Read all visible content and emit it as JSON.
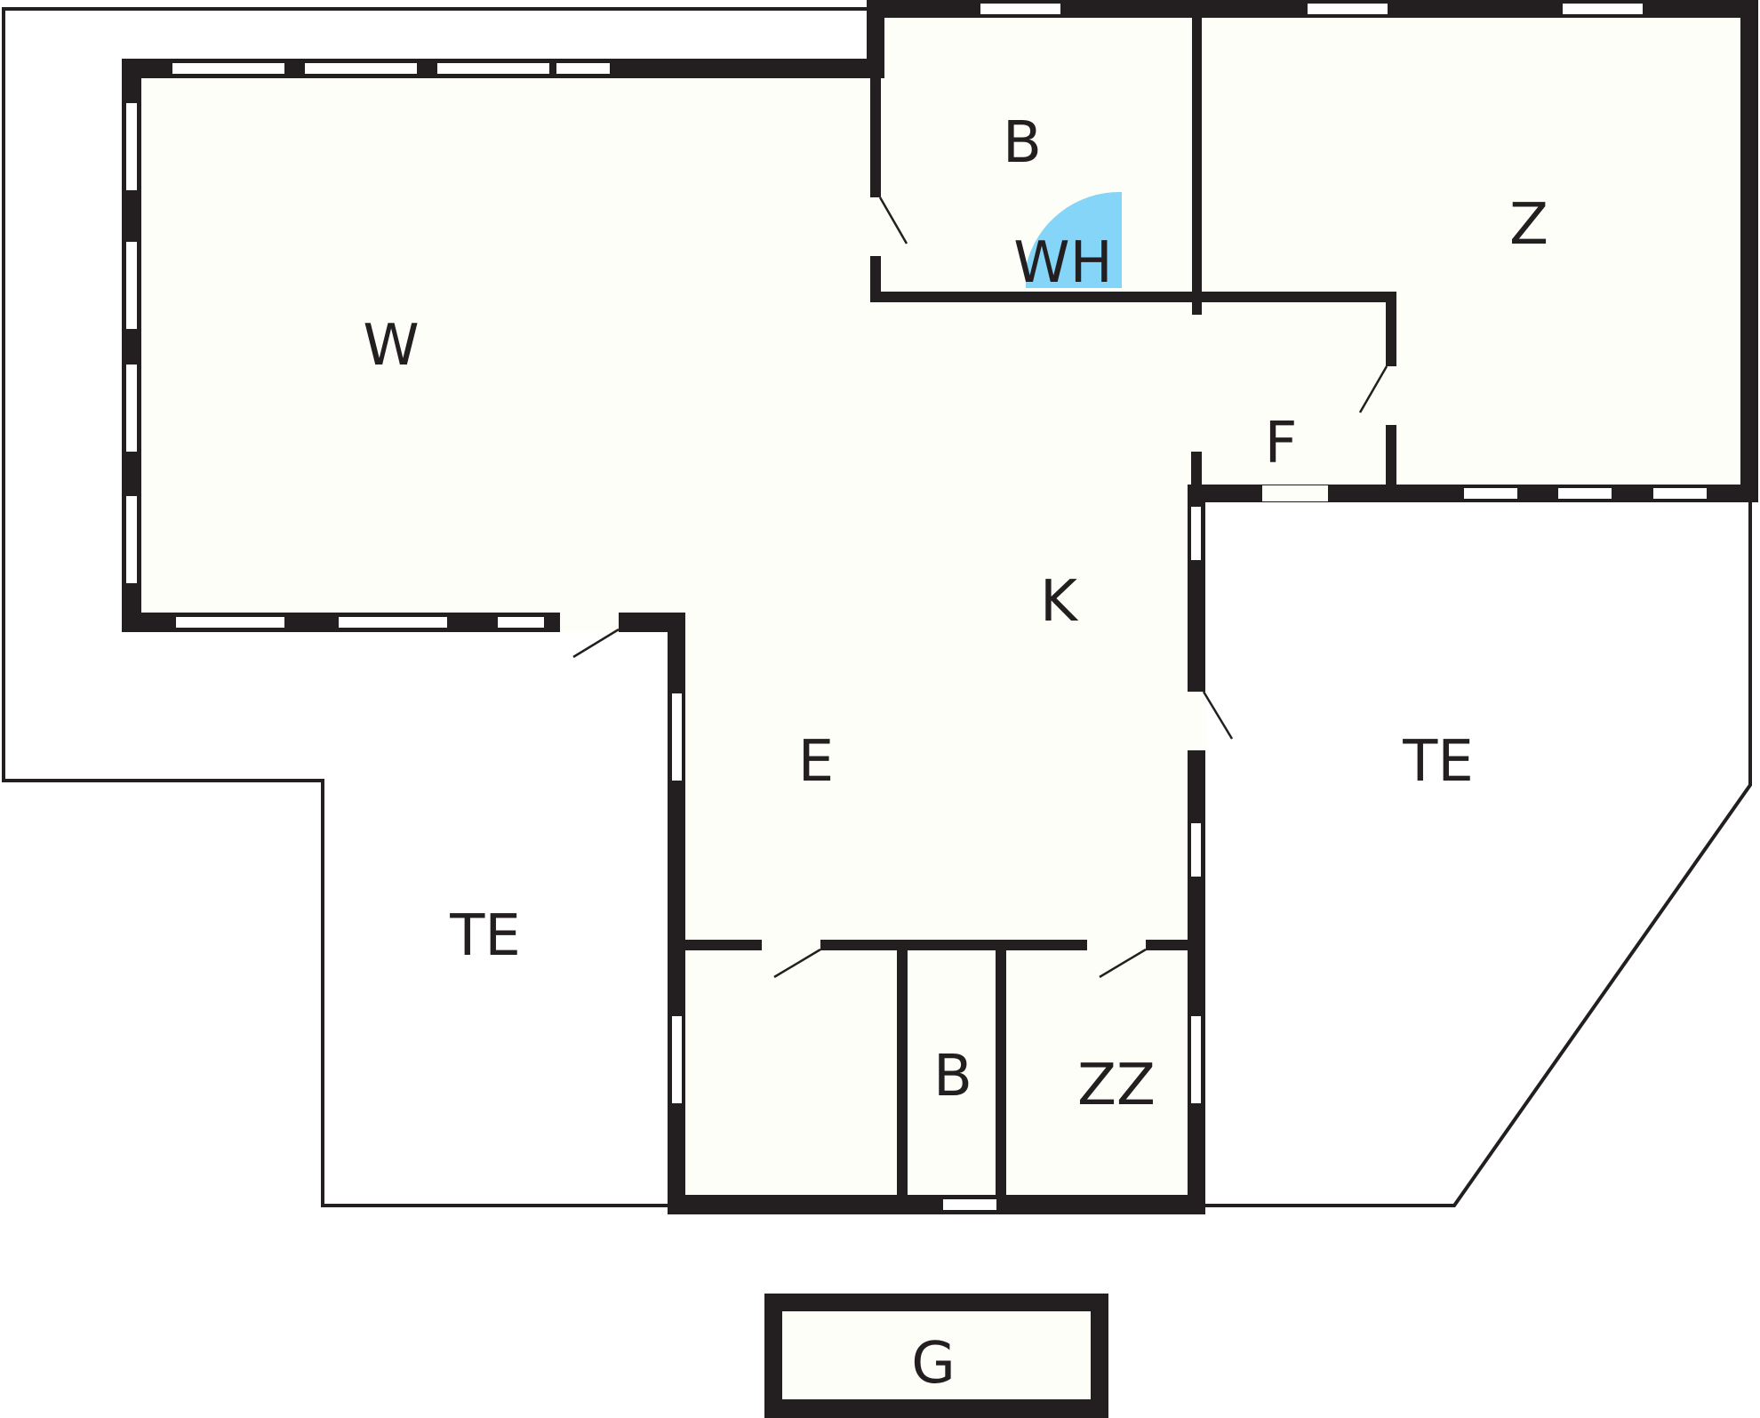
{
  "plan": {
    "colors": {
      "background": "#ffffff",
      "floor": "#fefef9",
      "wall": "#231f20",
      "window": "#ffffff",
      "water_heater": "#84d5f7"
    },
    "rooms": {
      "woonkamer": "W",
      "keuken": "K",
      "entree": "E",
      "terras_west": "TE",
      "terras_oost": "TE",
      "badkamer_boven": "B",
      "waterheater": "WH",
      "slaapkamer": "Z",
      "gang": "F",
      "badkamer_onder": "B",
      "zijkamer": "ZZ",
      "garage": "G"
    },
    "icons": {
      "water_heater": "quarter-circle-tank-icon",
      "door": "door-swing-icon",
      "window": "window-pane-icon"
    }
  }
}
